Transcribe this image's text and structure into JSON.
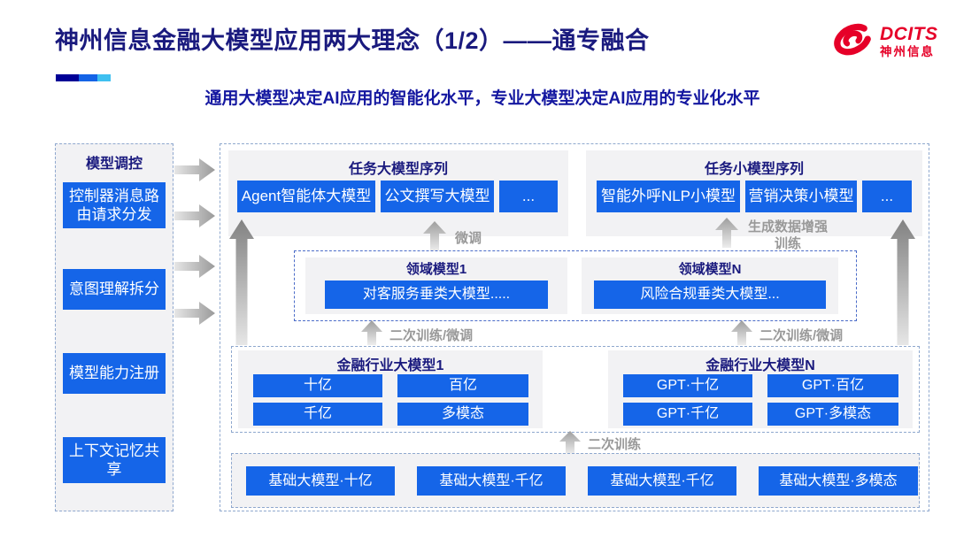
{
  "slide": {
    "title": "神州信息金融大模型应用两大理念（1/2）——通专融合",
    "subtitle": "通用大模型决定AI应用的智能化水平，专业大模型决定AI应用的专业化水平",
    "logo": {
      "brand": "DCITS",
      "brand_cn": "神州信息"
    },
    "sidebar": {
      "title": "模型调控",
      "items": [
        "控制器消息路由请求分发",
        "意图理解拆分",
        "模型能力注册",
        "上下文记忆共享"
      ]
    },
    "task_large": {
      "title": "任务大模型序列",
      "items": [
        "Agent智能体大模型",
        "公文撰写大模型",
        "..."
      ]
    },
    "task_small": {
      "title": "任务小模型序列",
      "items": [
        "智能外呼NLP小模型",
        "营销决策小模型",
        "..."
      ]
    },
    "domain_left": {
      "title": "领域模型1",
      "item": "对客服务垂类大模型....."
    },
    "domain_right": {
      "title": "领域模型N",
      "item": "风险合规垂类大模型..."
    },
    "industry_left": {
      "title": "金融行业大模型1",
      "items": [
        "十亿",
        "百亿",
        "千亿",
        "多模态"
      ]
    },
    "industry_right": {
      "title": "金融行业大模型N",
      "items": [
        "GPT·十亿",
        "GPT·百亿",
        "GPT·千亿",
        "GPT·多模态"
      ]
    },
    "base_models": [
      "基础大模型·十亿",
      "基础大模型·千亿",
      "基础大模型·千亿",
      "基础大模型·多模态"
    ],
    "arrow_labels": {
      "finetune": "微调",
      "augmented": "生成数据增强训练",
      "retrain_finetune_left": "二次训练/微调",
      "retrain_finetune_right": "二次训练/微调",
      "retrain": "二次训练"
    }
  },
  "colors": {
    "title_navy": "#1A1A7E",
    "subtitle_navy": "#1417A0",
    "button_blue": "#1565E8",
    "logo_red": "#E60028",
    "accent_navy": "#000096",
    "accent_blue": "#1463E6",
    "accent_cyan": "#3FC0F0",
    "arrow_label_gray": "#999999",
    "panel_gray": "#F2F2F4"
  }
}
